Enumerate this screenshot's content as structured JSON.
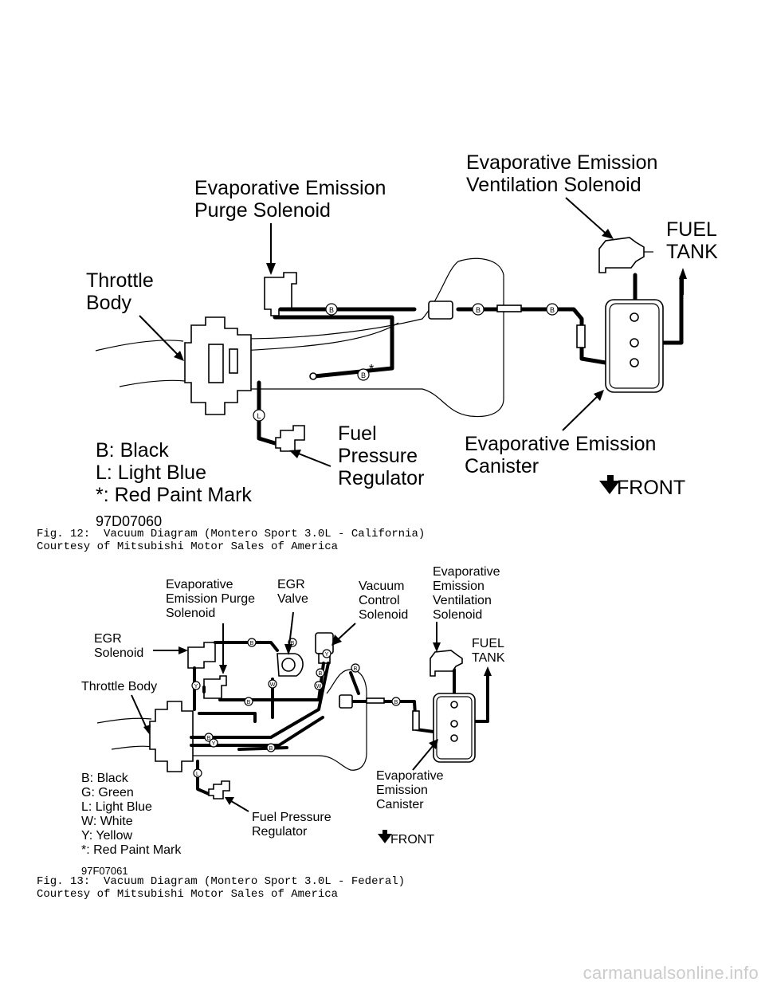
{
  "figure1": {
    "labels": {
      "ventilation_solenoid_l1": "Evaporative Emission",
      "ventilation_solenoid_l2": "Ventilation Solenoid",
      "purge_solenoid_l1": "Evaporative Emission",
      "purge_solenoid_l2": "Purge Solenoid",
      "fuel_tank_l1": "FUEL",
      "fuel_tank_l2": "TANK",
      "throttle_body_l1": "Throttle",
      "throttle_body_l2": "Body",
      "fuel_pressure_l1": "Fuel",
      "fuel_pressure_l2": "Pressure",
      "fuel_pressure_l3": "Regulator",
      "canister_l1": "Evaporative Emission",
      "canister_l2": "Canister",
      "front": "FRONT",
      "code": "97D07060"
    },
    "legend": [
      "B:  Black",
      "L:  Light Blue",
      "*:  Red Paint Mark"
    ],
    "hose_marks": [
      "B",
      "B",
      "B",
      "B",
      "L"
    ],
    "caption": "Fig. 12:  Vacuum Diagram (Montero Sport 3.0L - California)\nCourtesy of Mitsubishi Motor Sales of America"
  },
  "figure2": {
    "labels": {
      "purge_l1": "Evaporative",
      "purge_l2": "Emission Purge",
      "purge_l3": "Solenoid",
      "egr_valve_l1": "EGR",
      "egr_valve_l2": "Valve",
      "vacuum_l1": "Vacuum",
      "vacuum_l2": "Control",
      "vacuum_l3": "Solenoid",
      "vent_l1": "Evaporative",
      "vent_l2": "Emission",
      "vent_l3": "Ventilation",
      "vent_l4": "Solenoid",
      "egr_sol_l1": "EGR",
      "egr_sol_l2": "Solenoid",
      "fuel_tank_l1": "FUEL",
      "fuel_tank_l2": "TANK",
      "throttle_body": "Throttle Body",
      "canister_l1": "Evaporative",
      "canister_l2": "Emission",
      "canister_l3": "Canister",
      "fuel_pressure_l1": "Fuel Pressure",
      "fuel_pressure_l2": "Regulator",
      "front": "FRONT",
      "code": "97F07061"
    },
    "legend": [
      "B:  Black",
      "G:  Green",
      "L:  Light Blue",
      "W:  White",
      "Y:  Yellow",
      "*:  Red Paint Mark"
    ],
    "hose_marks": [
      "B",
      "B",
      "B",
      "B",
      "B",
      "B",
      "B",
      "B",
      "Y",
      "Y",
      "Y",
      "W",
      "W",
      "L"
    ],
    "caption": "Fig. 13:  Vacuum Diagram (Montero Sport 3.0L - Federal)\nCourtesy of Mitsubishi Motor Sales of America"
  },
  "watermark": "carmanualsonline.info"
}
